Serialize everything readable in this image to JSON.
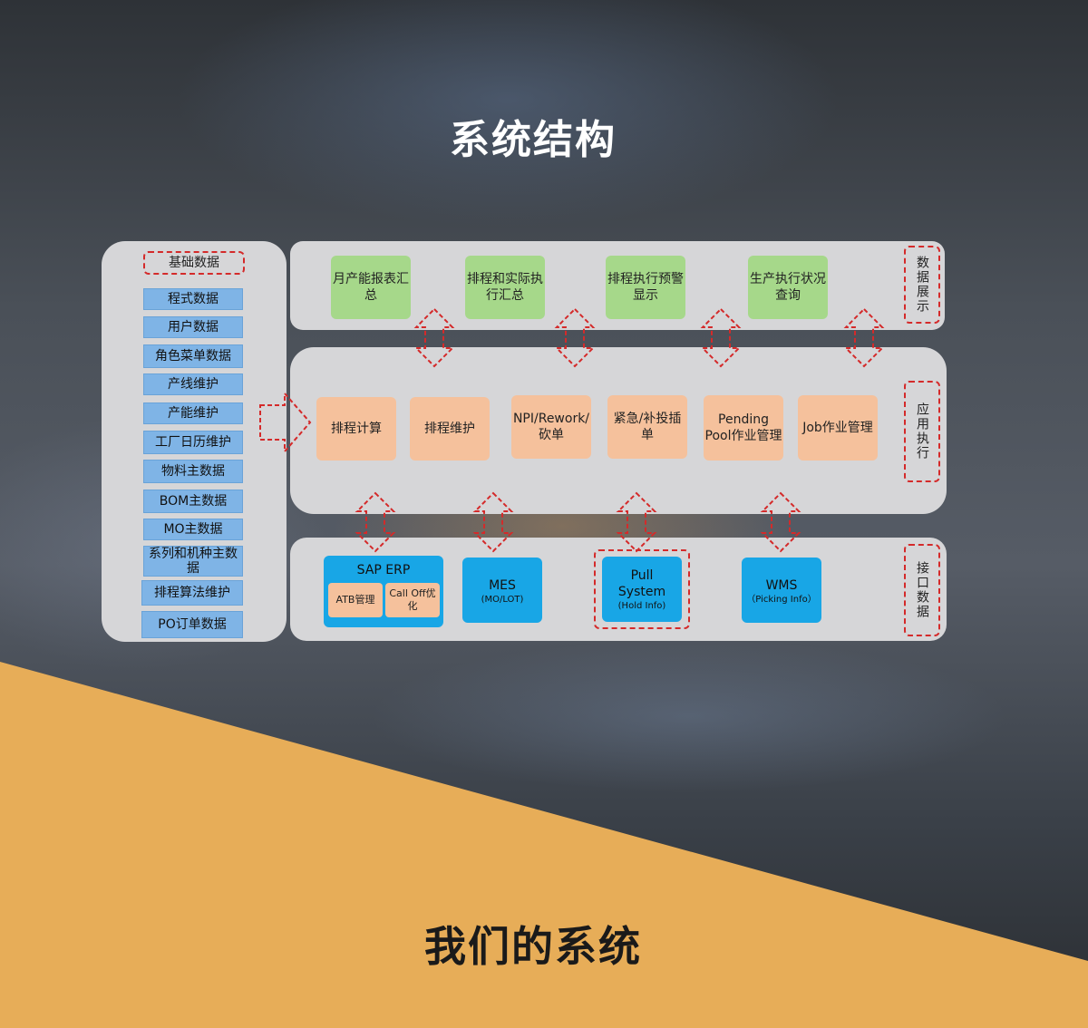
{
  "title": "系统结构",
  "subtitle": "我们的系统",
  "base_data": {
    "label": "基础数据",
    "items": [
      "程式数据",
      "用户数据",
      "角色菜单数据",
      "产线维护",
      "产能维护",
      "工厂日历维护",
      "物料主数据",
      "BOM主数据",
      "MO主数据",
      "系列和机种主数据",
      "排程算法维护",
      "PO订单数据"
    ]
  },
  "display_layer": {
    "label": "数据展示",
    "items": [
      "月产能报表汇总",
      "排程和实际执行汇总",
      "排程执行预警显示",
      "生产执行状况查询"
    ]
  },
  "app_layer": {
    "label": "应用执行",
    "items": [
      "排程计算",
      "排程维护",
      "NPI/Rework/砍单",
      "紧急/补投插单",
      "Pending Pool作业管理",
      "Job作业管理"
    ]
  },
  "interface_layer": {
    "label": "接口数据",
    "sap": {
      "title": "SAP ERP",
      "atb": "ATB管理",
      "calloff": "Call Off优化"
    },
    "mes": {
      "title": "MES",
      "sub": "(MO/LOT)"
    },
    "pull": {
      "title": "Pull System",
      "sub": "(Hold Info)"
    },
    "wms": {
      "title": "WMS",
      "sub": "（Picking Info）"
    }
  },
  "colors": {
    "dashed_red": "#d42a2a",
    "green": "#a6d88a",
    "peach": "#f5c19c",
    "blue": "#18a6e6",
    "light_blue": "#7fb4e6",
    "orange_band": "#e7ad58"
  }
}
